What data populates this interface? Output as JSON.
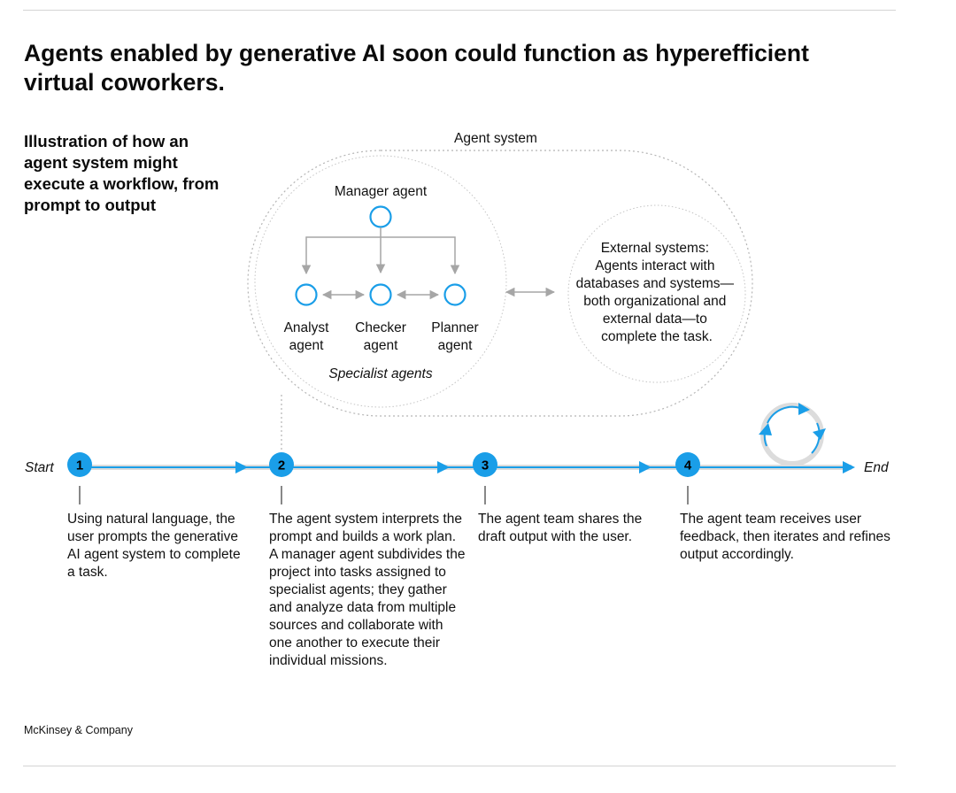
{
  "page": {
    "title": "Agents enabled by generative AI soon could function as hyperefficient virtual coworkers.",
    "subtitle": "Illustration of how an agent system might execute a workflow, from prompt to output",
    "source": "McKinsey & Company"
  },
  "diagram": {
    "agent_system_label": "Agent system",
    "manager_label": "Manager agent",
    "specialists": [
      {
        "line1": "Analyst",
        "line2": "agent"
      },
      {
        "line1": "Checker",
        "line2": "agent"
      },
      {
        "line1": "Planner",
        "line2": "agent"
      }
    ],
    "specialists_caption": "Specialist agents",
    "external_lines": [
      "External systems:",
      "Agents interact with",
      "databases and systems—",
      "both organizational and",
      "external data—to",
      "complete the task."
    ],
    "start_label": "Start",
    "end_label": "End",
    "steps": [
      {
        "number": "1",
        "description": "Using natural language, the user prompts the generative AI agent system to complete a task."
      },
      {
        "number": "2",
        "description": "The agent system interprets the prompt and builds a work plan. A manager agent subdivides the project into tasks assigned to specialist agents; they gather and analyze data from multiple sources and collaborate with one another to execute their individual missions."
      },
      {
        "number": "3",
        "description": "The agent team shares the draft output with the user."
      },
      {
        "number": "4",
        "description": "The agent team receives user feedback, then iterates and refines output accordingly."
      }
    ]
  },
  "colors": {
    "accent": "#1a9ee8",
    "track": "#dcdcdc",
    "connector": "#a6a6a6",
    "text": "#111111"
  }
}
